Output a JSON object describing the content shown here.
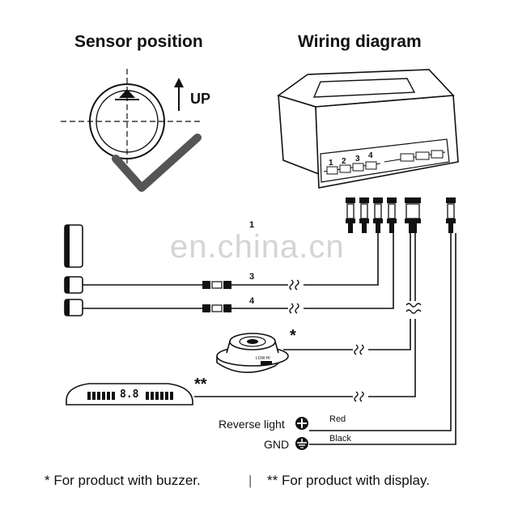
{
  "headings": {
    "sensor_position": "Sensor position",
    "wiring_diagram": "Wiring diagram"
  },
  "orientation": {
    "up_label": "UP"
  },
  "control_box": {
    "port_numbers": [
      "1",
      "2",
      "3",
      "4"
    ]
  },
  "wire_labels": {
    "sensor_1": "1",
    "sensor_3": "3",
    "sensor_4": "4"
  },
  "buzzer": {
    "marker": "*",
    "switch_text": "LOW HI"
  },
  "display": {
    "marker": "**",
    "digits": "8.8"
  },
  "power": {
    "reverse_light_label": "Reverse light",
    "gnd_label": "GND",
    "red_wire": "Red",
    "black_wire": "Black"
  },
  "footnotes": {
    "buzzer_note": "* For product with buzzer.",
    "separator": "|",
    "display_note": "** For product with display."
  },
  "watermark": "en.china.cn",
  "colors": {
    "line": "#111111",
    "checkmark": "#555555",
    "watermark": "#8a8a8a"
  }
}
